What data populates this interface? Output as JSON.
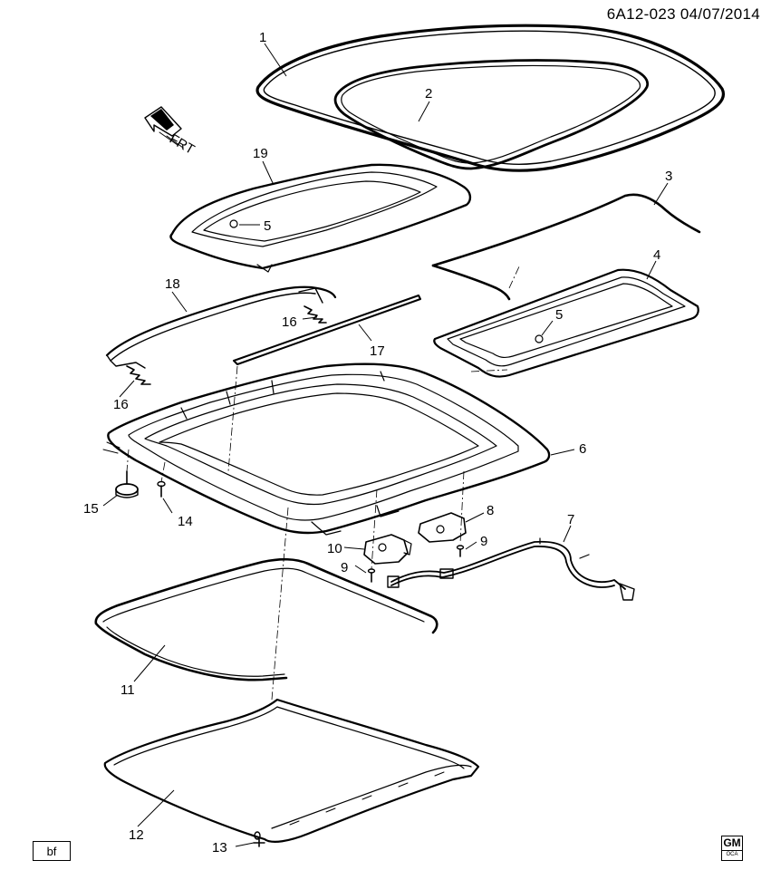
{
  "header": {
    "code": "6A12-023",
    "date": "04/07/2014"
  },
  "front_indicator": {
    "label": "FRT",
    "icon": "front-arrow-icon"
  },
  "footer": {
    "box_label": "bf",
    "logo_text": "GM",
    "logo_sub": "OCA"
  },
  "callouts": [
    {
      "id": "callout-1",
      "label": "1"
    },
    {
      "id": "callout-2",
      "label": "2"
    },
    {
      "id": "callout-3",
      "label": "3"
    },
    {
      "id": "callout-4",
      "label": "4"
    },
    {
      "id": "callout-5a",
      "label": "5"
    },
    {
      "id": "callout-5b",
      "label": "5"
    },
    {
      "id": "callout-6",
      "label": "6"
    },
    {
      "id": "callout-7",
      "label": "7"
    },
    {
      "id": "callout-8",
      "label": "8"
    },
    {
      "id": "callout-9a",
      "label": "9"
    },
    {
      "id": "callout-9b",
      "label": "9"
    },
    {
      "id": "callout-10",
      "label": "10"
    },
    {
      "id": "callout-11",
      "label": "11"
    },
    {
      "id": "callout-12",
      "label": "12"
    },
    {
      "id": "callout-13",
      "label": "13"
    },
    {
      "id": "callout-14",
      "label": "14"
    },
    {
      "id": "callout-15",
      "label": "15"
    },
    {
      "id": "callout-16a",
      "label": "16"
    },
    {
      "id": "callout-16b",
      "label": "16"
    },
    {
      "id": "callout-17",
      "label": "17"
    },
    {
      "id": "callout-18",
      "label": "18"
    },
    {
      "id": "callout-19",
      "label": "19"
    }
  ]
}
